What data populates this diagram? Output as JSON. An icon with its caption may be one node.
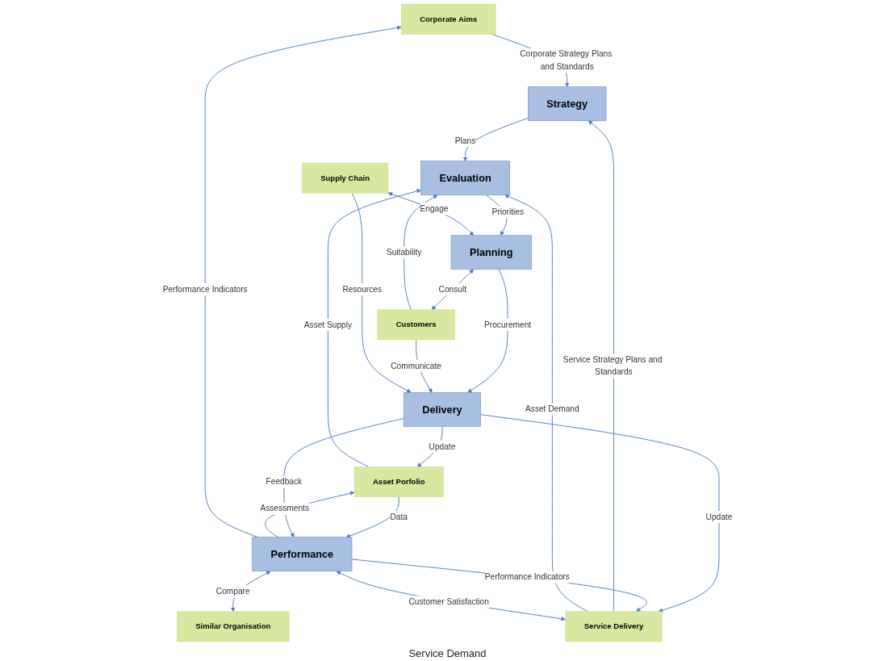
{
  "diagram": {
    "nodes": [
      {
        "text": [
          "Corporate Aims"
        ]
      },
      {
        "text": [
          "Strategy"
        ]
      },
      {
        "text": [
          "Service Delivery"
        ]
      },
      {
        "text": [
          "Asset Porfolio"
        ]
      },
      {
        "text": [
          "Evaluation"
        ]
      },
      {
        "text": [
          "Supply Chain"
        ]
      },
      {
        "text": [
          "Planning"
        ]
      },
      {
        "text": [
          "Customers"
        ]
      },
      {
        "text": [
          "Delivery"
        ]
      },
      {
        "text": [
          "Similar Organisation"
        ]
      },
      {
        "text": [
          "Performance"
        ]
      }
    ],
    "edges": [
      {
        "from": 0,
        "to": 1,
        "arrow": "to",
        "label": "Corporate Strategy Plans and Standards"
      },
      {
        "from": 2,
        "to": 1,
        "arrow": "to",
        "label": "Service Strategy Plans and Standards"
      },
      {
        "from": 1,
        "to": 4,
        "arrow": "to",
        "label": "Plans"
      },
      {
        "from": 2,
        "to": 4,
        "arrow": "to",
        "label": "Asset Demand"
      },
      {
        "from": 3,
        "to": 4,
        "arrow": "to",
        "label": "Asset Supply"
      },
      {
        "from": 7,
        "to": 4,
        "arrow": "to",
        "label": "Suitability"
      },
      {
        "from": 4,
        "to": 6,
        "arrow": "to",
        "label": "Priorities"
      },
      {
        "from": 5,
        "to": 6,
        "arrow": "both",
        "label": "Engage"
      },
      {
        "from": 6,
        "to": 7,
        "arrow": "both",
        "label": "Consult"
      },
      {
        "from": 6,
        "to": 8,
        "arrow": "to",
        "label": "Procurement"
      },
      {
        "from": 7,
        "to": 8,
        "arrow": "to",
        "label": "Communicate"
      },
      {
        "from": 5,
        "to": 8,
        "arrow": "to",
        "label": "Resources"
      },
      {
        "from": 8,
        "to": 3,
        "arrow": "to",
        "label": "Update"
      },
      {
        "from": 8,
        "to": 2,
        "arrow": "to",
        "label": "Update"
      },
      {
        "from": 3,
        "to": 10,
        "arrow": "to",
        "label": "Data"
      },
      {
        "from": 8,
        "to": 10,
        "arrow": "to",
        "label": "Feedback"
      },
      {
        "from": 10,
        "to": 9,
        "arrow": "both",
        "label": "Compare"
      },
      {
        "from": 10,
        "to": 3,
        "arrow": "to",
        "label": "Assessments"
      },
      {
        "from": 2,
        "to": 10,
        "arrow": "both",
        "label": "Customer Satisfaction"
      },
      {
        "from": 10,
        "to": 0,
        "arrow": "to",
        "label": "Performance Indicators"
      },
      {
        "from": 10,
        "to": 2,
        "arrow": "to",
        "label": "Performance Indicators"
      }
    ],
    "labels": [
      "Service Demand"
    ]
  }
}
